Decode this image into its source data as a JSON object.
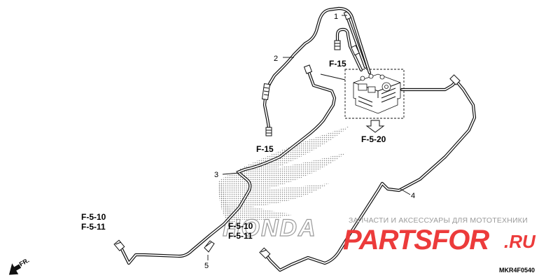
{
  "diagram": {
    "part_numbers": {
      "p1": "1",
      "p2": "2",
      "p3": "3",
      "p4": "4",
      "p5": "5"
    },
    "references": {
      "ref_f15_top": "F-15",
      "ref_f15_left": "F-15",
      "ref_f520": "F-5-20",
      "ref_f510_left": "F-5-10",
      "ref_f511_left": "F-5-11",
      "ref_f510_mid": "F-5-10",
      "ref_f511_mid": "F-5-11"
    },
    "direction_label": "FR.",
    "diagram_code": "MKR4F0540"
  },
  "watermark": {
    "tagline": "ЗАПЧАСТИ И АКСЕССУАРЫ ДЛЯ МОТОТЕХНИКИ",
    "brand_main": "PARTSFOR",
    "brand_tld": ".RU",
    "logo_text": "HONDA",
    "brand_color": "#ec3b3b"
  }
}
